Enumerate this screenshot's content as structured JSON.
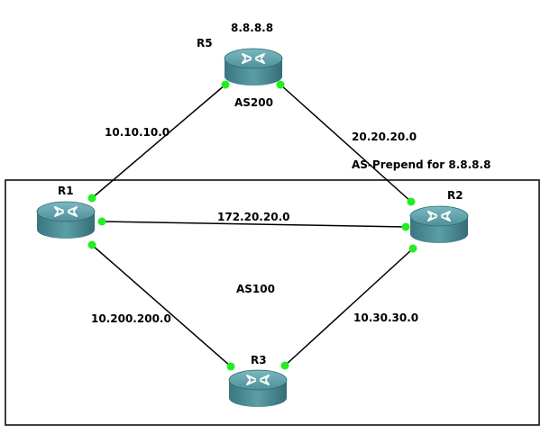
{
  "diagram": {
    "as_boxes": [
      {
        "id": "as100",
        "label": "AS100"
      }
    ],
    "routers": [
      {
        "id": "r5",
        "name": "R5",
        "address": "8.8.8.8",
        "as_label": "AS200"
      },
      {
        "id": "r1",
        "name": "R1"
      },
      {
        "id": "r2",
        "name": "R2"
      },
      {
        "id": "r3",
        "name": "R3"
      }
    ],
    "links": [
      {
        "id": "r5-r1",
        "from": "r5",
        "to": "r1",
        "label": "10.10.10.0"
      },
      {
        "id": "r5-r2",
        "from": "r5",
        "to": "r2",
        "label": "20.20.20.0"
      },
      {
        "id": "r1-r2",
        "from": "r1",
        "to": "r2",
        "label": "172.20.20.0"
      },
      {
        "id": "r1-r3",
        "from": "r1",
        "to": "r3",
        "label": "10.200.200.0"
      },
      {
        "id": "r2-r3",
        "from": "r2",
        "to": "r3",
        "label": "10.30.30.0"
      }
    ],
    "annotations": [
      {
        "id": "as-prepend-note",
        "text": "AS-Prepend for 8.8.8.8"
      }
    ],
    "colors": {
      "router_top": "#5fa0a8",
      "router_body": "#3f7f88",
      "router_dark": "#2a5e66",
      "port_dot": "#22ee22",
      "line": "#000000"
    }
  }
}
